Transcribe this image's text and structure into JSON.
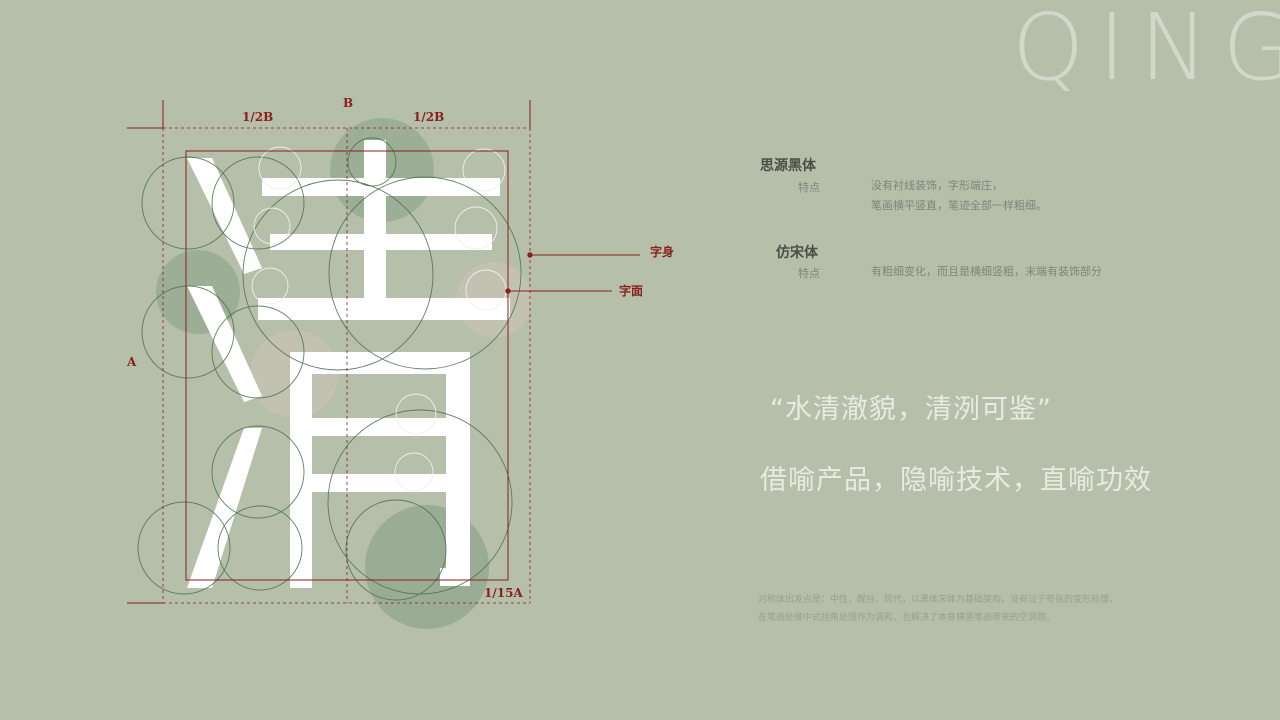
{
  "background_title": "QING",
  "diagram": {
    "dimension_top_half_left": "1/2B",
    "dimension_top": "B",
    "dimension_top_half_right": "1/2B",
    "dimension_left": "A",
    "dimension_bottom_right": "1/15A",
    "label_body": "字身",
    "label_face": "字面"
  },
  "fonts": [
    {
      "name": "思源黑体",
      "feature_label": "特点",
      "description": [
        "没有衬线装饰，字形端庄，",
        "笔画横平竖直，笔迹全部一样粗细。"
      ]
    },
    {
      "name": "仿宋体",
      "feature_label": "特点",
      "description": [
        "有粗细变化，而且是横细竖粗，末端有装饰部分"
      ]
    }
  ],
  "quote": "“水清澈貌，清洌可鉴”",
  "slogan": "借喻产品，隐喻技术，直喻功效",
  "note": [
    "对称体出发点是：中性，醒目，现代，以黑体宋体为基础架构，没有过于夸张的变形处理，",
    "在笔画处做中式拐角处理作为调和，也解决了本身横竖笔画带来的空洞感。"
  ],
  "colors": {
    "background": "#b5bfaa",
    "accent": "#8b1f1f",
    "circle": "#4e7454",
    "glyph": "#ffffff"
  }
}
